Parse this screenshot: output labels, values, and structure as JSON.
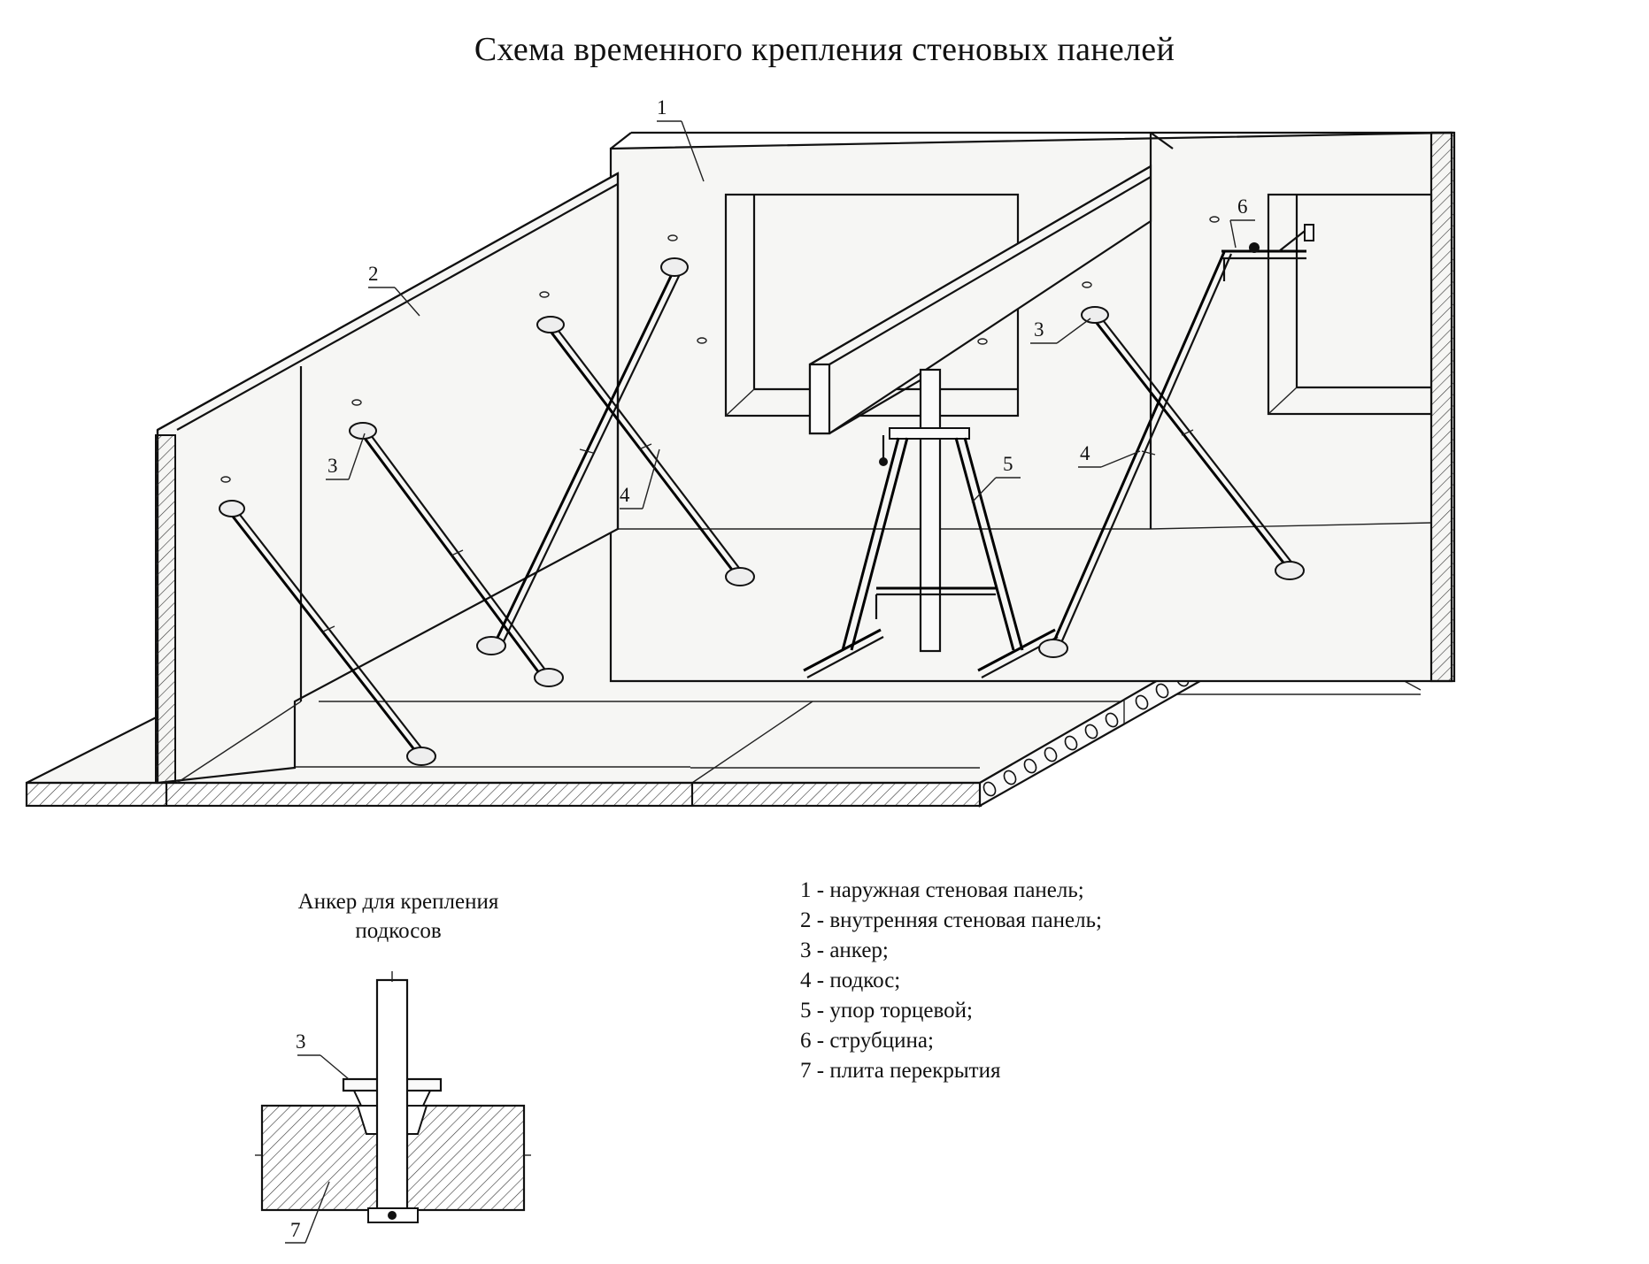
{
  "title": "Схема временного крепления стеновых панелей",
  "callouts": {
    "outer_panel": "1",
    "inner_panel": "2",
    "anchor": "3",
    "brace": "4",
    "end_stop": "5",
    "clamp": "6",
    "slab": "7"
  },
  "anchor_detail": {
    "title_line1": "Анкер для крепления",
    "title_line2": "подкосов"
  },
  "legend": [
    "1 - наружная стеновая панель;",
    "2 - внутренняя стеновая панель;",
    "3 - анкер;",
    "4 - подкос;",
    "5 - упор торцевой;",
    "6 - струбцина;",
    "7 - плита перекрытия"
  ]
}
